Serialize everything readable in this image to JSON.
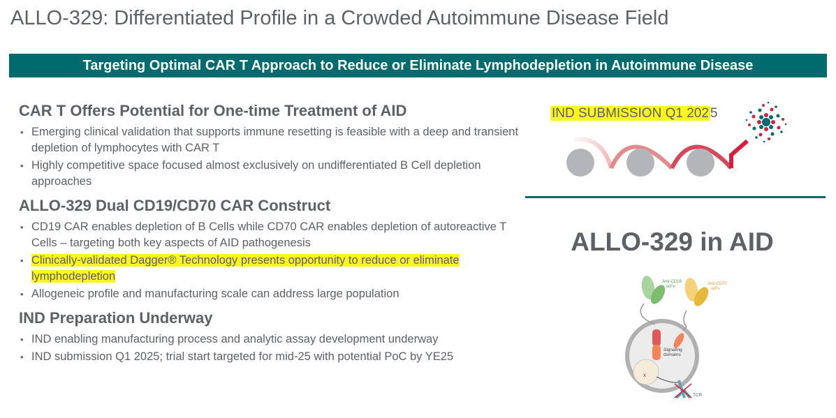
{
  "title": "ALLO-329: Differentiated Profile in a Crowded Autoimmune Disease Field",
  "banner": "Targeting Optimal CAR T Approach to Reduce or Eliminate Lymphodepletion in Autoimmune Disease",
  "sections": [
    {
      "heading": "CAR T Offers Potential for One-time Treatment of AID",
      "bullets": [
        "Emerging clinical validation that supports immune resetting is feasible with a deep and transient depletion of lymphocytes with CAR T",
        "Highly competitive space focused almost exclusively on undifferentiated B Cell depletion approaches"
      ]
    },
    {
      "heading": "ALLO-329 Dual CD19/CD70 CAR Construct",
      "bullets": [
        "CD19 CAR enables depletion of B Cells while CD70 CAR enables depletion of autoreactive T Cells – targeting both key aspects of AID pathogenesis",
        "Clinically-validated Dagger® Technology presents opportunity to reduce or eliminate lymphodepletion",
        "Allogeneic profile and manufacturing scale can address large population"
      ],
      "highlighted_bullet_index": 1
    },
    {
      "heading": "IND Preparation Underway",
      "bullets": [
        "IND enabling manufacturing process and analytic assay development underway",
        "IND submission Q1 2025; trial start targeted for mid-25 with potential PoC by YE25"
      ]
    }
  ],
  "timeline": {
    "label_highlighted": "IND SUBMISSION  Q1 202",
    "label_rest": "5",
    "icons": [
      "grey-circle",
      "grey-circle",
      "grey-circle",
      "burst-icon"
    ]
  },
  "aid_title": "ALLO-329 in AID",
  "diagram": {
    "anti_cd19": "Anti-CD19",
    "anti_cd19_sub": "scFv",
    "anti_cd70": "Anti-CD70",
    "anti_cd70_sub": "scFv",
    "signaling": "Signaling",
    "signaling_sub": "domains",
    "tcr": "TCR"
  },
  "colors": {
    "teal": "#006b6e",
    "text": "#5d6166",
    "highlight": "#fbf61e",
    "red": "#d0213f",
    "grey_circle": "#b4b5b9"
  }
}
